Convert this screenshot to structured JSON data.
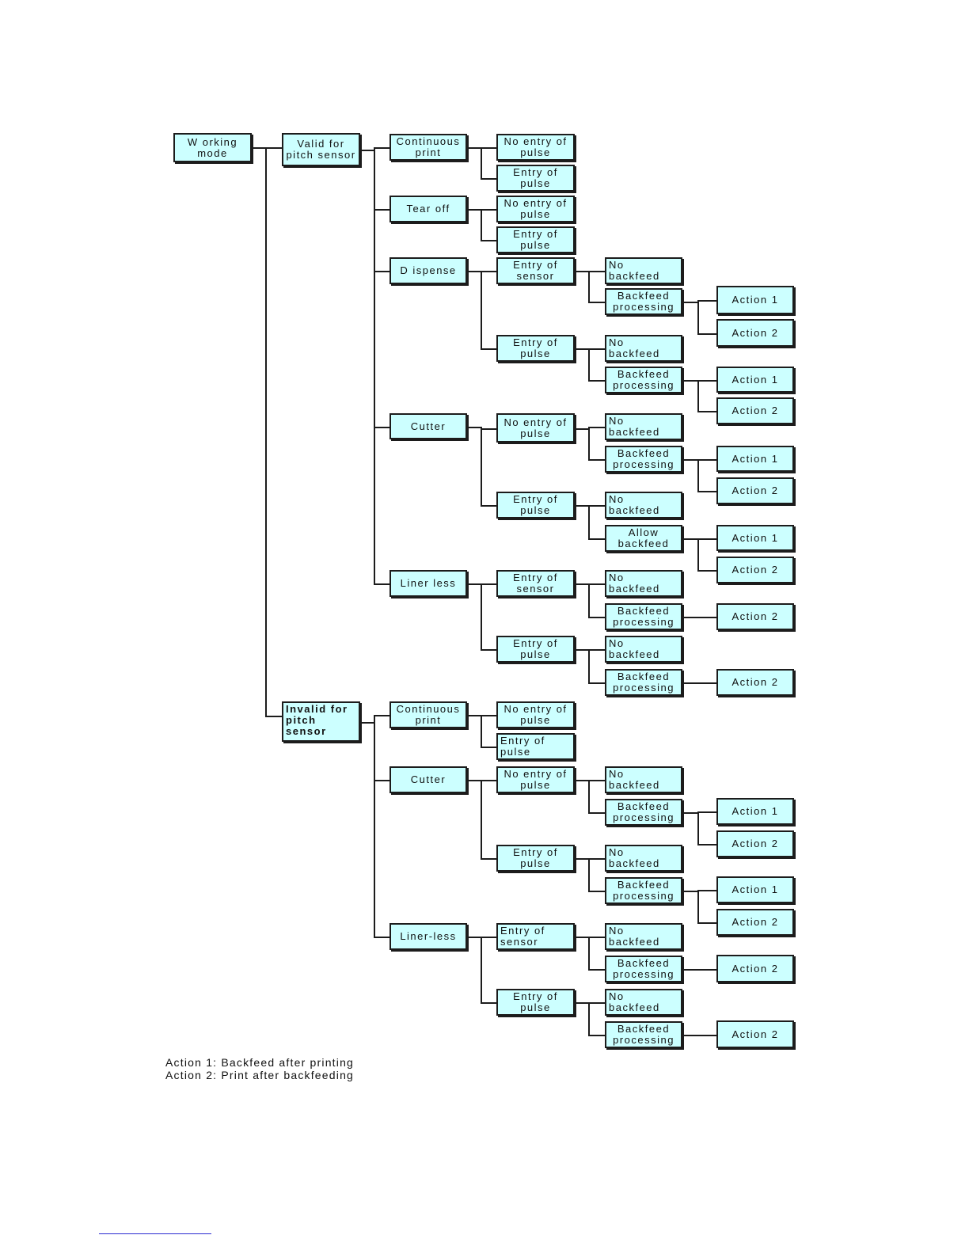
{
  "nodes": {
    "root": "W orking\nmode",
    "valid": "Valid for\npitch sensor",
    "invalid": "Invalid for\npitch\nsensor",
    "v_cont": "Continuous\nprint",
    "v_cont_noentry": "No entry of\npulse",
    "v_cont_entry": "Entry of\npulse",
    "v_tear": "Tear off",
    "v_tear_noentry": "No entry of\npulse",
    "v_tear_entry": "Entry of\npulse",
    "v_disp": "D ispense",
    "v_disp_sensor": "Entry of\nsensor",
    "v_disp_sensor_nobf": "No\nbackfeed",
    "v_disp_sensor_bf": "Backfeed\nprocessing",
    "v_disp_sensor_bf_a1": "Action 1",
    "v_disp_sensor_bf_a2": "Action 2",
    "v_disp_pulse": "Entry of\npulse",
    "v_disp_pulse_nobf": "No\nbackfeed",
    "v_disp_pulse_bf": "Backfeed\nprocessing",
    "v_disp_pulse_bf_a1": "Action 1",
    "v_disp_pulse_bf_a2": "Action 2",
    "v_cut": "Cutter",
    "v_cut_noentry": "No entry of\npulse",
    "v_cut_noentry_nobf": "No\nbackfeed",
    "v_cut_noentry_bf": "Backfeed\nprocessing",
    "v_cut_noentry_bf_a1": "Action 1",
    "v_cut_noentry_bf_a2": "Action 2",
    "v_cut_entry": "Entry of\npulse",
    "v_cut_entry_nobf": "No\nbackfeed",
    "v_cut_entry_allow": "Allow\nbackfeed",
    "v_cut_entry_allow_a1": "Action 1",
    "v_cut_entry_allow_a2": "Action 2",
    "v_liner": "Liner less",
    "v_liner_sensor": "Entry of\nsensor",
    "v_liner_sensor_nobf": "No\nbackfeed",
    "v_liner_sensor_bf": "Backfeed\nprocessing",
    "v_liner_sensor_bf_a2": "Action 2",
    "v_liner_pulse": "Entry of\npulse",
    "v_liner_pulse_nobf": "No\nbackfeed",
    "v_liner_pulse_bf": "Backfeed\nprocessing",
    "v_liner_pulse_bf_a2": "Action 2",
    "i_cont": "Continuous\nprint",
    "i_cont_noentry": "No entry of\npulse",
    "i_cont_entry": "Entry of\npulse",
    "i_cut": "Cutter",
    "i_cut_noentry": "No entry of\npulse",
    "i_cut_noentry_nobf": "No\nbackfeed",
    "i_cut_noentry_bf": "Backfeed\nprocessing",
    "i_cut_noentry_bf_a1": "Action 1",
    "i_cut_noentry_bf_a2": "Action 2",
    "i_cut_entry": "Entry of\npulse",
    "i_cut_entry_nobf": "No\nbackfeed",
    "i_cut_entry_bf": "Backfeed\nprocessing",
    "i_cut_entry_bf_a1": "Action 1",
    "i_cut_entry_bf_a2": "Action 2",
    "i_liner": "Liner-less",
    "i_liner_sensor": "Entry of\nsensor",
    "i_liner_sensor_nobf": "No\nbackfeed",
    "i_liner_sensor_bf": "Backfeed\nprocessing",
    "i_liner_sensor_bf_a2": "Action 2",
    "i_liner_pulse": "Entry of\npulse",
    "i_liner_pulse_nobf": "No\nbackfeed",
    "i_liner_pulse_bf": "Backfeed\nprocessing",
    "i_liner_pulse_bf_a2": "Action 2"
  },
  "legend": {
    "action1": "Action 1: Backfeed after printing",
    "action2": "Action 2: Print after backfeeding"
  },
  "colors": {
    "box_fill": "#ccffff",
    "line": "#1c1c1c"
  }
}
